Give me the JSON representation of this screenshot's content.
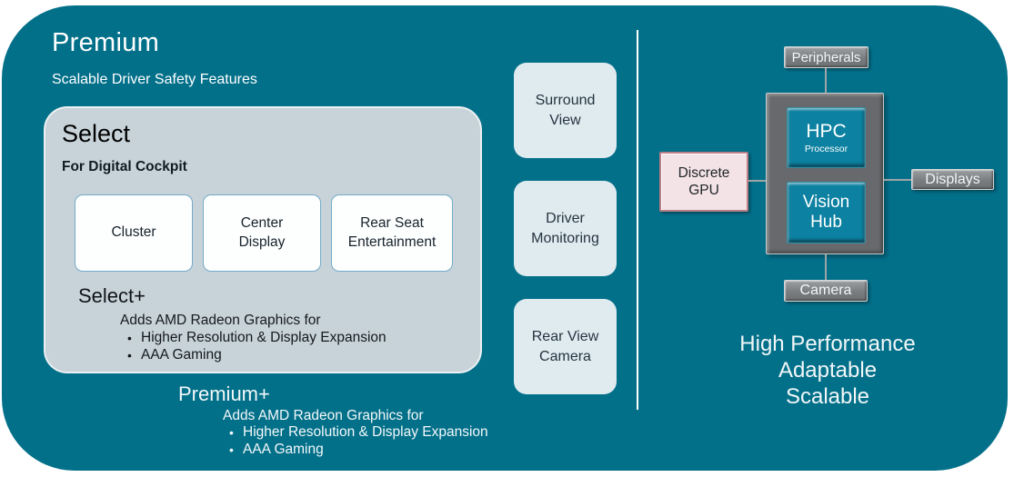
{
  "slide": {
    "background_color": "#03708A",
    "panel_color": "#C8D3D9",
    "feature_box_color": "#E0EBF0",
    "chip_teal": "#0C81A1",
    "gpu_pink": "#F4E3E6",
    "gray_box_color": "#7A7D7F"
  },
  "premium": {
    "title": "Premium",
    "subtitle": "Scalable Driver Safety Features"
  },
  "select": {
    "title": "Select",
    "subtitle": "For Digital Cockpit",
    "boxes": [
      "Cluster",
      "Center\nDisplay",
      "Rear Seat\nEntertainment"
    ]
  },
  "select_plus": {
    "title": "Select+",
    "lead": "Adds AMD Radeon Graphics for",
    "bullets": [
      "Higher Resolution & Display Expansion",
      "AAA Gaming"
    ]
  },
  "premium_plus": {
    "title": "Premium+",
    "lead": "Adds AMD Radeon Graphics for",
    "bullets": [
      "Higher Resolution & Display Expansion",
      "AAA Gaming"
    ]
  },
  "features": [
    "Surround\nView",
    "Driver\nMonitoring",
    "Rear View\nCamera"
  ],
  "hardware": {
    "peripherals": "Peripherals",
    "discrete_gpu": "Discrete\nGPU",
    "hpc_title": "HPC",
    "hpc_subtitle": "Processor",
    "vision_hub": "Vision\nHub",
    "displays": "Displays",
    "camera": "Camera",
    "tagline": "High Performance\nAdaptable\nScalable"
  }
}
